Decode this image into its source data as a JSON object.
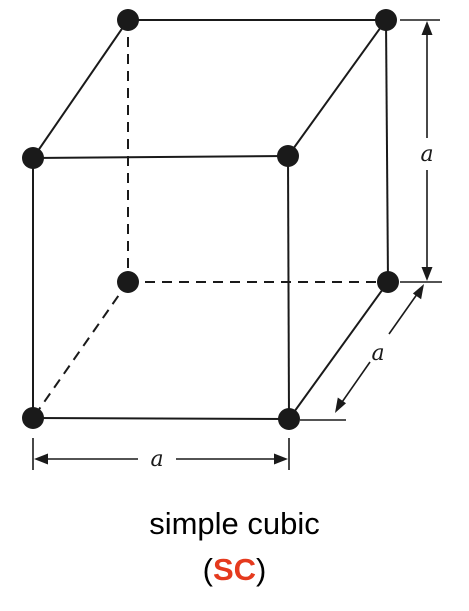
{
  "diagram": {
    "dimension_labels": {
      "height": "a",
      "depth": "a",
      "width": "a"
    }
  },
  "caption": {
    "name": "simple cubic",
    "open_paren": "(",
    "abbreviation": "SC",
    "close_paren": ")"
  },
  "colors": {
    "abbreviation": "#e53a1e",
    "lines": "#1a1a1a",
    "atoms": "#1a1a1a"
  }
}
